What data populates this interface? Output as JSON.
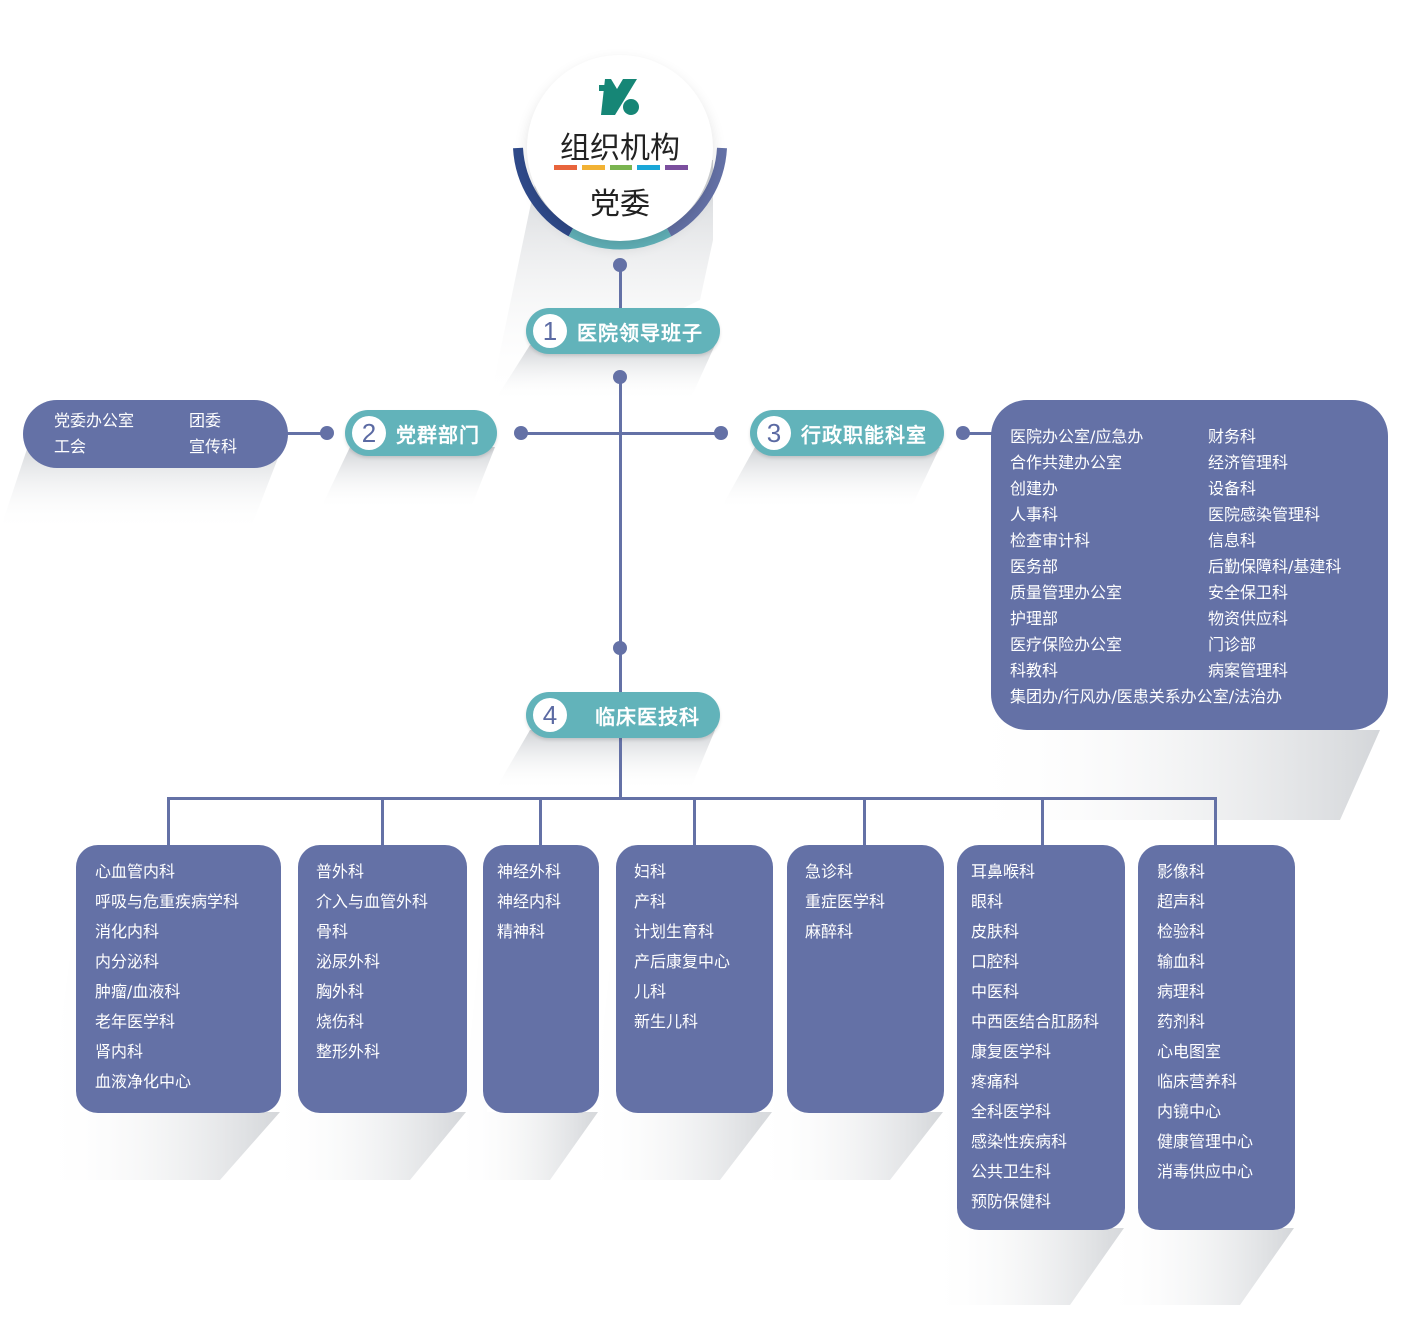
{
  "header": {
    "title": "组织机构",
    "subtitle": "党委",
    "color_bar": [
      "#e8643c",
      "#f2b234",
      "#7ab450",
      "#1aa7d8",
      "#7b4f9e"
    ],
    "logo_icon": "hospital-logo-icon",
    "logo_color": "#168676"
  },
  "colors": {
    "node_fill": "#62b3ba",
    "box_fill": "#6471a6",
    "line": "#6471a6"
  },
  "nodes": [
    {
      "number": "1",
      "label": "医院领导班子"
    },
    {
      "number": "2",
      "label": "党群部门"
    },
    {
      "number": "3",
      "label": "行政职能科室"
    },
    {
      "number": "4",
      "label": "临床医技科"
    }
  ],
  "party_group_box": {
    "items": [
      "党委办公室",
      "团委",
      "工会",
      "宣传科"
    ]
  },
  "admin_box": {
    "left": [
      "医院办公室/应急办",
      "合作共建办公室",
      "创建办",
      "人事科",
      "检查审计科",
      "医务部",
      "质量管理办公室",
      "护理部",
      "医疗保险办公室",
      "科教科"
    ],
    "right": [
      "财务科",
      "经济管理科",
      "设备科",
      "医院感染管理科",
      "信息科",
      "后勤保障科/基建科",
      "安全保卫科",
      "物资供应科",
      "门诊部",
      "病案管理科"
    ],
    "bottom": "集团办/行风办/医患关系办公室/法治办"
  },
  "clinical_groups": [
    {
      "items": [
        "心血管内科",
        "呼吸与危重疾病学科",
        "消化内科",
        "内分泌科",
        "肿瘤/血液科",
        "老年医学科",
        "肾内科",
        "血液净化中心"
      ]
    },
    {
      "items": [
        "普外科",
        "介入与血管外科",
        "骨科",
        "泌尿外科",
        "胸外科",
        "烧伤科",
        "整形外科"
      ]
    },
    {
      "items": [
        "神经外科",
        "神经内科",
        "精神科"
      ]
    },
    {
      "items": [
        "妇科",
        "产科",
        "计划生育科",
        "产后康复中心",
        "儿科",
        "新生儿科"
      ]
    },
    {
      "items": [
        "急诊科",
        "重症医学科",
        "麻醉科"
      ]
    },
    {
      "items": [
        "耳鼻喉科",
        "眼科",
        "皮肤科",
        "口腔科",
        "中医科",
        "中西医结合肛肠科",
        "康复医学科",
        "疼痛科",
        "全科医学科",
        "感染性疾病科",
        "公共卫生科",
        "预防保健科"
      ]
    },
    {
      "items": [
        "影像科",
        "超声科",
        "检验科",
        "输血科",
        "病理科",
        "药剂科",
        "心电图室",
        "临床营养科",
        "内镜中心",
        "健康管理中心",
        "消毒供应中心"
      ]
    }
  ]
}
